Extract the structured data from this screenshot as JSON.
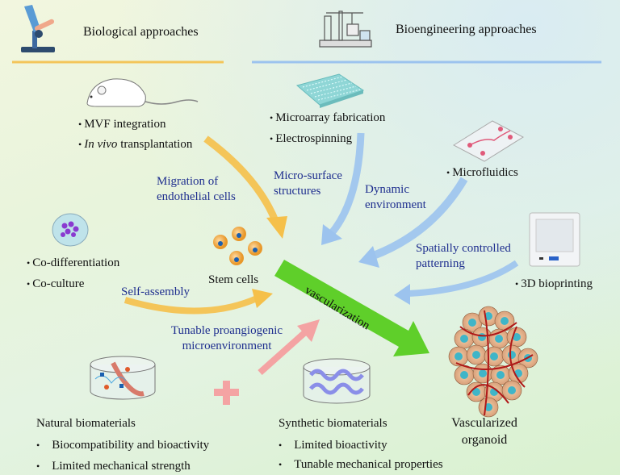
{
  "headers": {
    "biological": "Biological approaches",
    "bioengineering": "Bioengineering approaches"
  },
  "biological": {
    "animal_items": [
      "MVF integration",
      "In vivo",
      "transplantation"
    ],
    "coculture_items": [
      "Co-differentiation",
      "Co-culture"
    ],
    "migration_label": [
      "Migration of",
      "endothelial cells"
    ],
    "self_assembly_label": "Self-assembly",
    "stem_cells_label": "Stem cells"
  },
  "bioengineering": {
    "microarray_items": [
      "Microarray fabrication",
      "Electrospinning"
    ],
    "micro_surface_label": [
      "Micro-surface",
      "structures"
    ],
    "microfluidics_item": "Microfluidics",
    "dynamic_label": [
      "Dynamic",
      "environment"
    ],
    "bioprinting_item": "3D bioprinting",
    "spatial_label": [
      "Spatially controlled",
      "patterning"
    ]
  },
  "center": {
    "vascularization_label": "vascularization",
    "proangiogenic_label": [
      "Tunable proangiogenic",
      "microenvironment"
    ],
    "result_label": [
      "Vascularized",
      "organoid"
    ]
  },
  "materials": {
    "natural": {
      "title": "Natural biomaterials",
      "items": [
        "Biocompatibility and bioactivity",
        "Limited mechanical strength"
      ]
    },
    "synthetic": {
      "title": "Synthetic biomaterials",
      "items": [
        "Limited bioactivity",
        "Tunable mechanical properties"
      ]
    }
  },
  "colors": {
    "biological": "#f5c04a",
    "bioengineering": "#9cc3ee",
    "vascularization": "#5fcf2a",
    "materials": "#f4a3a3",
    "label_text": "#1f2f8f"
  }
}
